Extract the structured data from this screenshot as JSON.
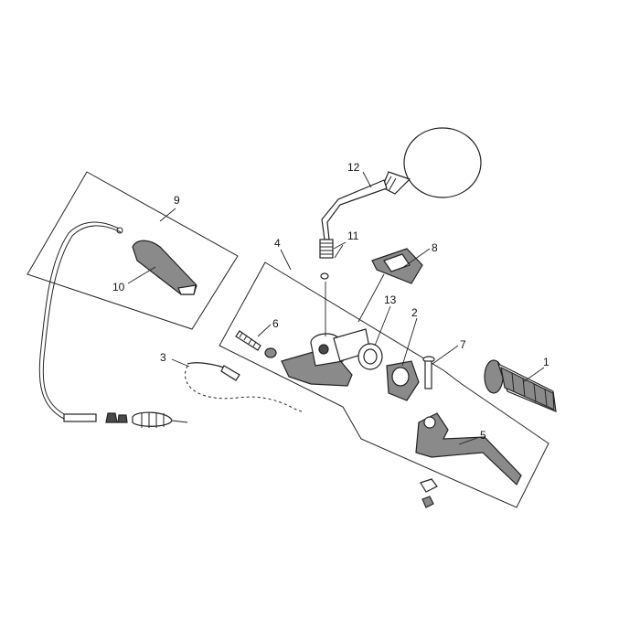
{
  "callouts": [
    {
      "id": "1",
      "label": "1"
    },
    {
      "id": "2",
      "label": "2"
    },
    {
      "id": "3",
      "label": "3"
    },
    {
      "id": "4",
      "label": "4"
    },
    {
      "id": "5",
      "label": "5"
    },
    {
      "id": "6",
      "label": "6"
    },
    {
      "id": "7",
      "label": "7"
    },
    {
      "id": "8",
      "label": "8"
    },
    {
      "id": "9",
      "label": "9"
    },
    {
      "id": "10",
      "label": "10"
    },
    {
      "id": "11",
      "label": "11"
    },
    {
      "id": "12",
      "label": "12"
    },
    {
      "id": "13",
      "label": "13"
    }
  ],
  "colors": {
    "ink": "#222222",
    "grey_part": "#8a8a8a",
    "dark_part": "#4a4a4a",
    "background": "#ffffff"
  }
}
